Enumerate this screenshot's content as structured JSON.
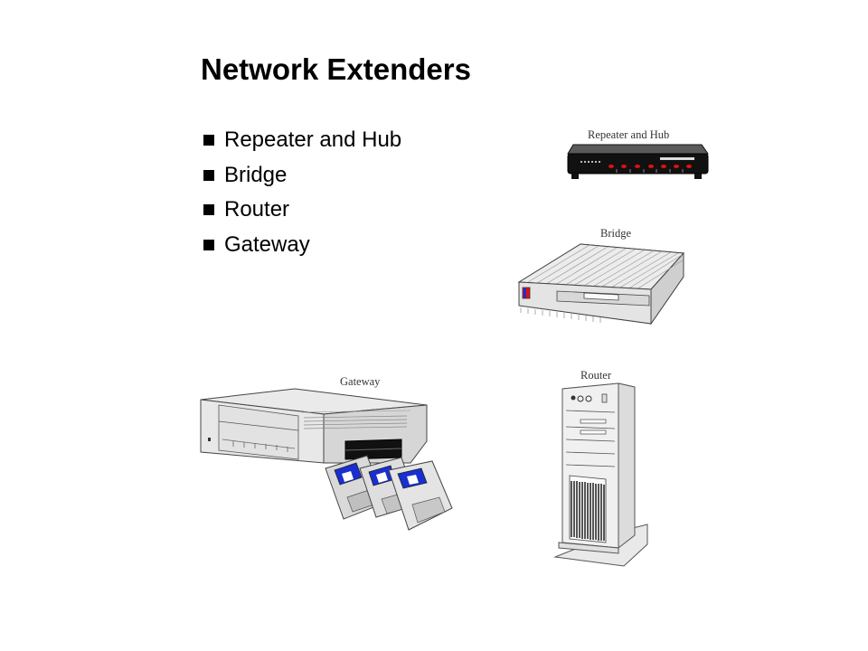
{
  "slide": {
    "title": "Network Extenders",
    "bullets": [
      {
        "label": "Repeater and Hub"
      },
      {
        "label": "Bridge"
      },
      {
        "label": "Router"
      },
      {
        "label": "Gateway"
      }
    ]
  },
  "illustrations": {
    "repeater_caption": "Repeater and Hub",
    "bridge_caption": "Bridge",
    "router_caption": "Router",
    "gateway_caption": "Gateway"
  },
  "colors": {
    "bullet": "#000000",
    "led": "#e01010",
    "disk_label": "#1a2fd0",
    "device_fill": "#e6e6e6",
    "device_edge": "#555555"
  }
}
